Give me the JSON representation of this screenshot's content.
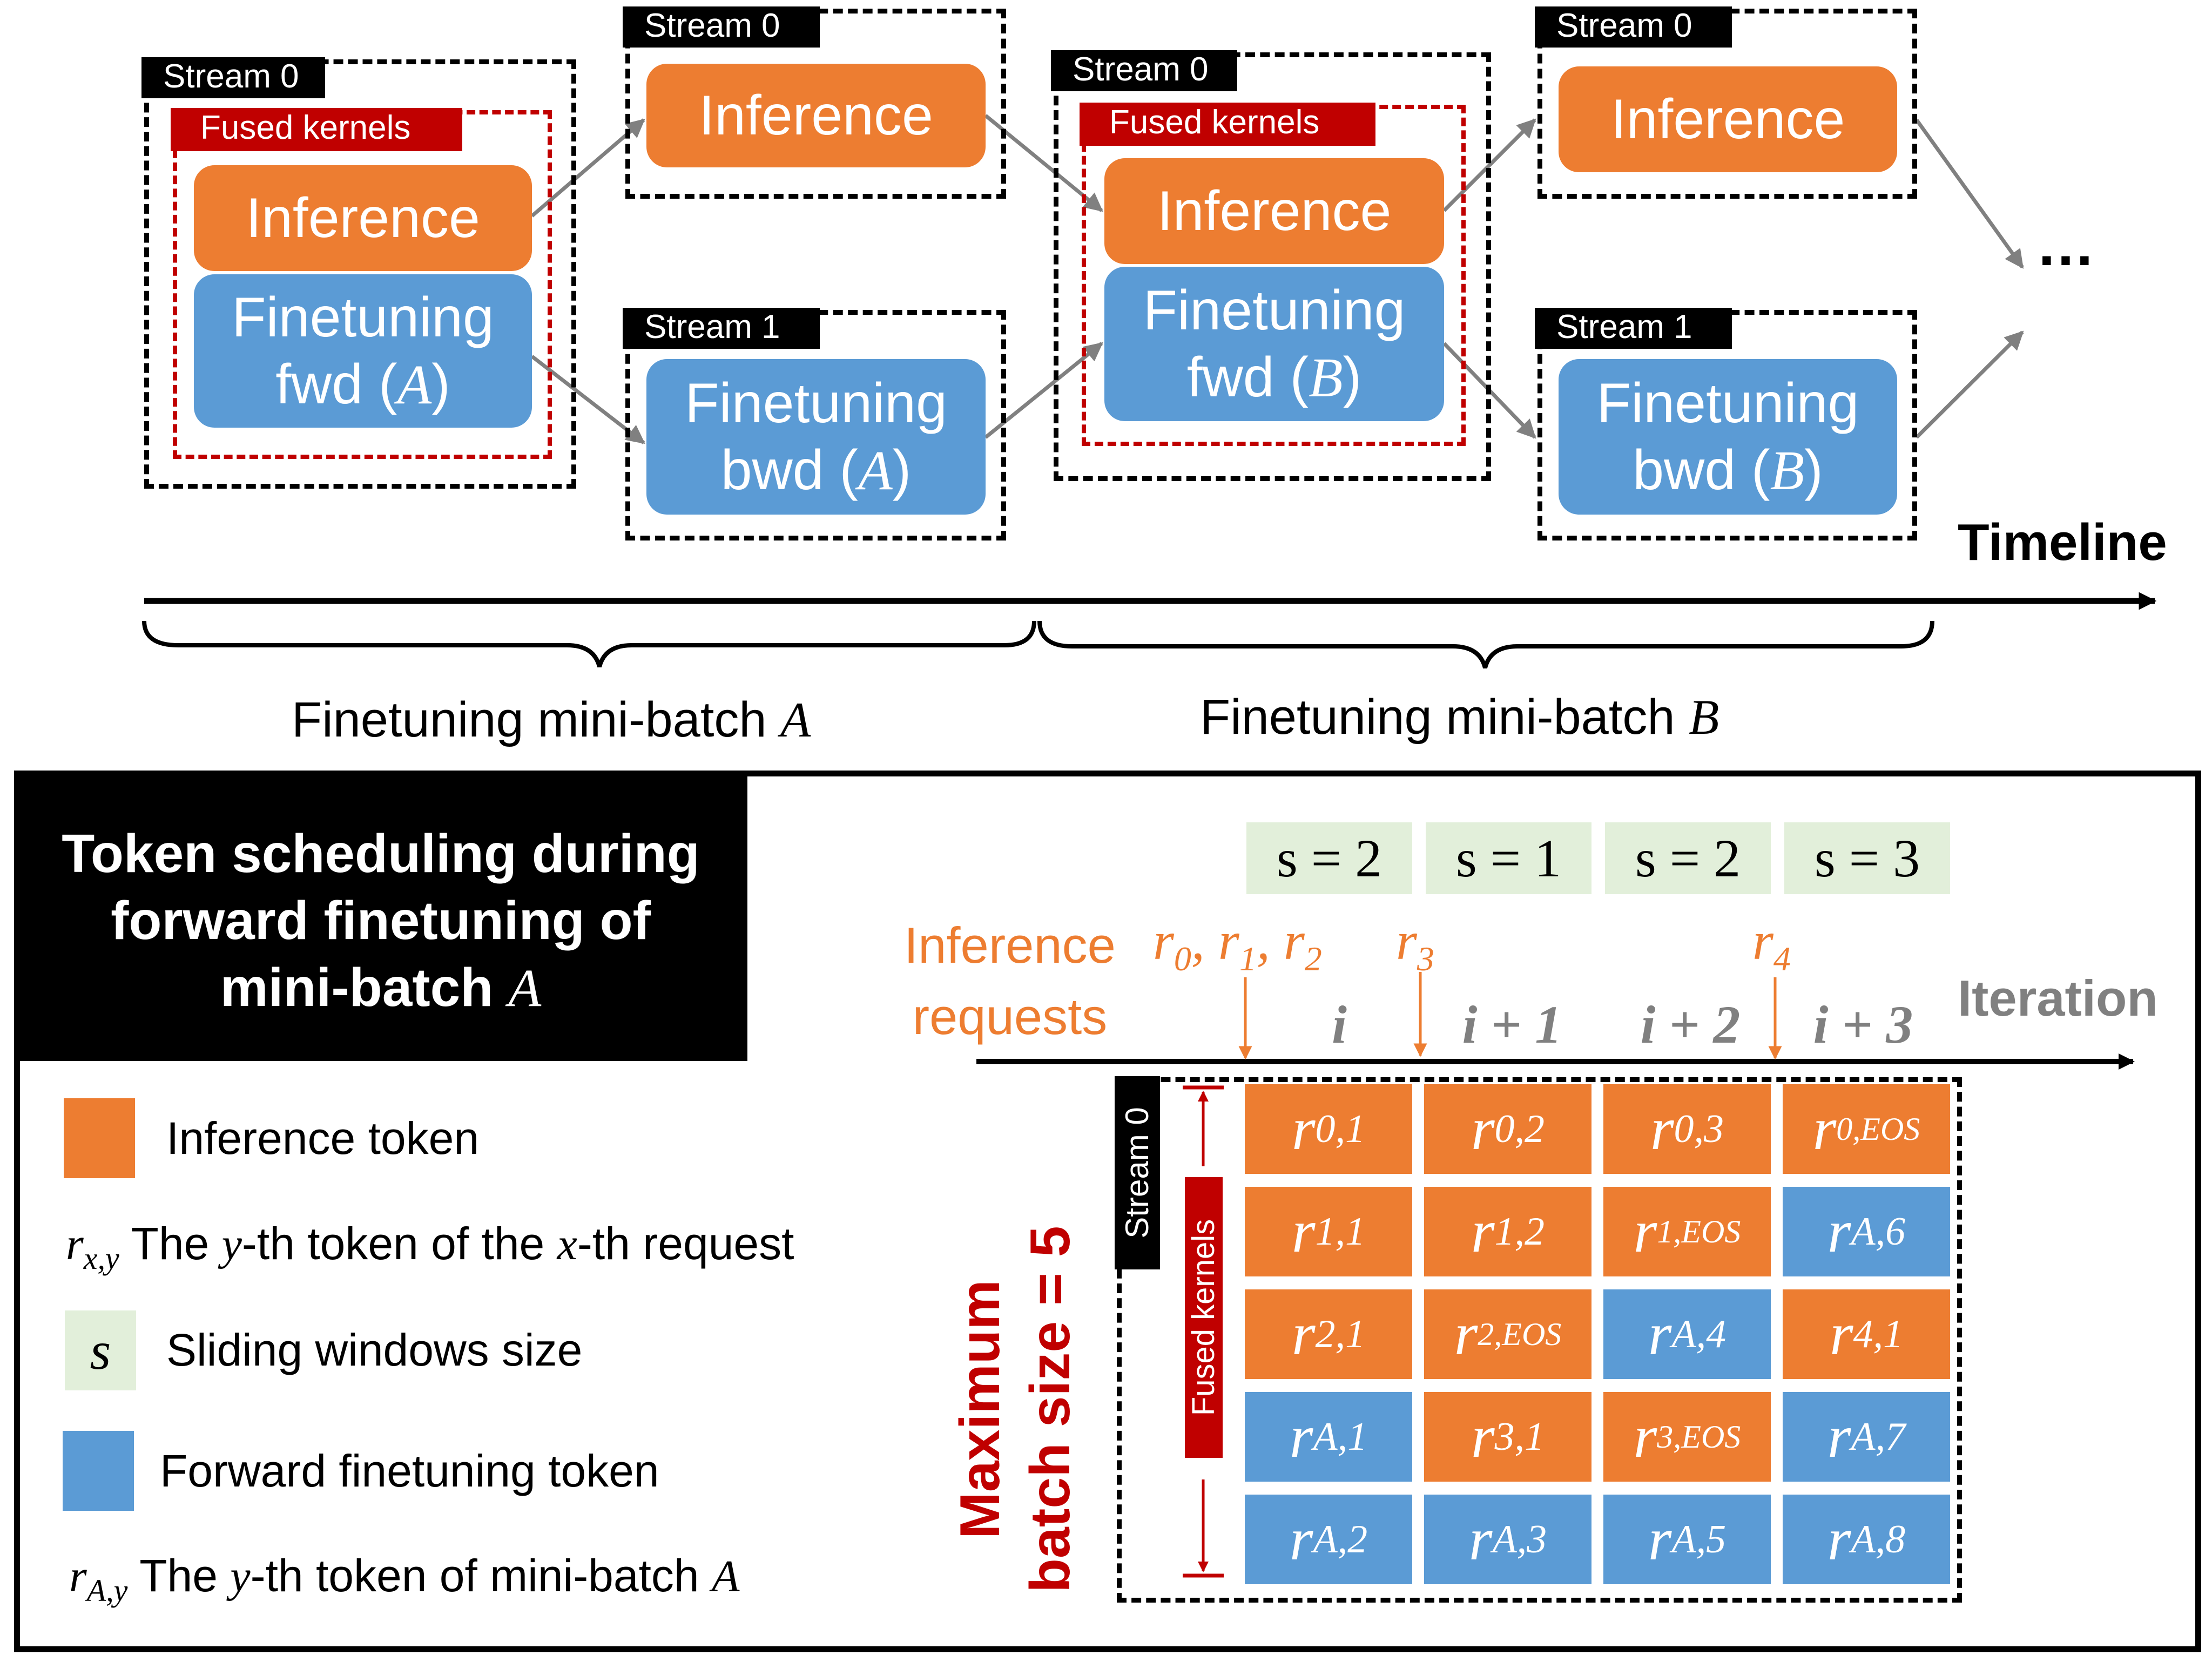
{
  "colors": {
    "inference": "#ed7d31",
    "finetuning": "#5b9bd5",
    "sliding_window": "#e2efda",
    "fused": "#c00000",
    "iteration_gray": "#808080"
  },
  "timeline": {
    "label": "Timeline",
    "continuation": "…",
    "groups": [
      {
        "stream_label": "Stream 0",
        "fused_label": "Fused kernels",
        "blocks": [
          {
            "line1": "Inference",
            "line2": "",
            "kind": "inference"
          },
          {
            "line1": "Finetuning",
            "line2": "fwd (",
            "var": "A",
            "close": ")",
            "kind": "finetuning"
          }
        ]
      },
      {
        "stream_label": "Stream 0",
        "blocks": [
          {
            "line1": "Inference",
            "kind": "inference"
          }
        ]
      },
      {
        "stream_label": "Stream 1",
        "blocks": [
          {
            "line1": "Finetuning",
            "line2": "bwd (",
            "var": "A",
            "close": ")",
            "kind": "finetuning"
          }
        ]
      },
      {
        "stream_label": "Stream 0",
        "fused_label": "Fused kernels",
        "blocks": [
          {
            "line1": "Inference",
            "kind": "inference"
          },
          {
            "line1": "Finetuning",
            "line2": "fwd (",
            "var": "B",
            "close": ")",
            "kind": "finetuning"
          }
        ]
      },
      {
        "stream_label": "Stream 0",
        "blocks": [
          {
            "line1": "Inference",
            "kind": "inference"
          }
        ]
      },
      {
        "stream_label": "Stream 1",
        "blocks": [
          {
            "line1": "Finetuning",
            "line2": "bwd (",
            "var": "B",
            "close": ")",
            "kind": "finetuning"
          }
        ]
      }
    ],
    "braces": [
      {
        "text": "Finetuning mini-batch ",
        "var": "A"
      },
      {
        "text": "Finetuning mini-batch ",
        "var": "B"
      }
    ]
  },
  "panel": {
    "title_line1": "Token scheduling during",
    "title_line2": "forward finetuning of",
    "title_line3": "mini-batch ",
    "title_var": "A",
    "legend": [
      {
        "swatch": "inference",
        "text": "Inference token"
      },
      {
        "symbol": "r",
        "sub": "x,y",
        "text_parts": [
          "The ",
          "y",
          "-th token of the ",
          "x",
          "-th request"
        ]
      },
      {
        "swatch": "sliding_window",
        "swatch_text": "s",
        "text": "Sliding windows size"
      },
      {
        "swatch": "finetuning",
        "text": "Forward finetuning token"
      },
      {
        "symbol": "r",
        "sub": "A,y",
        "text_parts": [
          "The ",
          "y",
          "-th token of mini-batch ",
          "A"
        ]
      }
    ],
    "sliding_windows": [
      "s = 2",
      "s = 1",
      "s = 2",
      "s = 3"
    ],
    "requests_label_line1": "Inference",
    "requests_label_line2": "requests",
    "arrivals": [
      {
        "label": "r0, r1, r2",
        "parts": [
          [
            "r",
            "0"
          ],
          [
            "r",
            "1"
          ],
          [
            "r",
            "2"
          ]
        ],
        "before_iteration": 0
      },
      {
        "label": "r3",
        "parts": [
          [
            "r",
            "3"
          ]
        ],
        "before_iteration": 1
      },
      {
        "label": "r4",
        "parts": [
          [
            "r",
            "4"
          ]
        ],
        "before_iteration": 3
      }
    ],
    "iteration_label": "Iteration",
    "iterations": [
      "i",
      "i + 1",
      "i + 2",
      "i + 3"
    ],
    "stream_label": "Stream 0",
    "fused_label": "Fused kernels",
    "batch_label_line1": "Maximum",
    "batch_label_line2": "batch size = 5",
    "max_batch_size": 5,
    "grid": [
      [
        {
          "sub": "0,1",
          "kind": "inference"
        },
        {
          "sub": "0,2",
          "kind": "inference"
        },
        {
          "sub": "0,3",
          "kind": "inference"
        },
        {
          "sub": "0,EOS",
          "kind": "inference"
        }
      ],
      [
        {
          "sub": "1,1",
          "kind": "inference"
        },
        {
          "sub": "1,2",
          "kind": "inference"
        },
        {
          "sub": "1,EOS",
          "kind": "inference"
        },
        {
          "sub": "A,6",
          "kind": "finetuning"
        }
      ],
      [
        {
          "sub": "2,1",
          "kind": "inference"
        },
        {
          "sub": "2,EOS",
          "kind": "inference"
        },
        {
          "sub": "A,4",
          "kind": "finetuning"
        },
        {
          "sub": "4,1",
          "kind": "inference"
        }
      ],
      [
        {
          "sub": "A,1",
          "kind": "finetuning"
        },
        {
          "sub": "3,1",
          "kind": "inference"
        },
        {
          "sub": "3,EOS",
          "kind": "inference"
        },
        {
          "sub": "A,7",
          "kind": "finetuning"
        }
      ],
      [
        {
          "sub": "A,2",
          "kind": "finetuning"
        },
        {
          "sub": "A,3",
          "kind": "finetuning"
        },
        {
          "sub": "A,5",
          "kind": "finetuning"
        },
        {
          "sub": "A,8",
          "kind": "finetuning"
        }
      ]
    ]
  }
}
